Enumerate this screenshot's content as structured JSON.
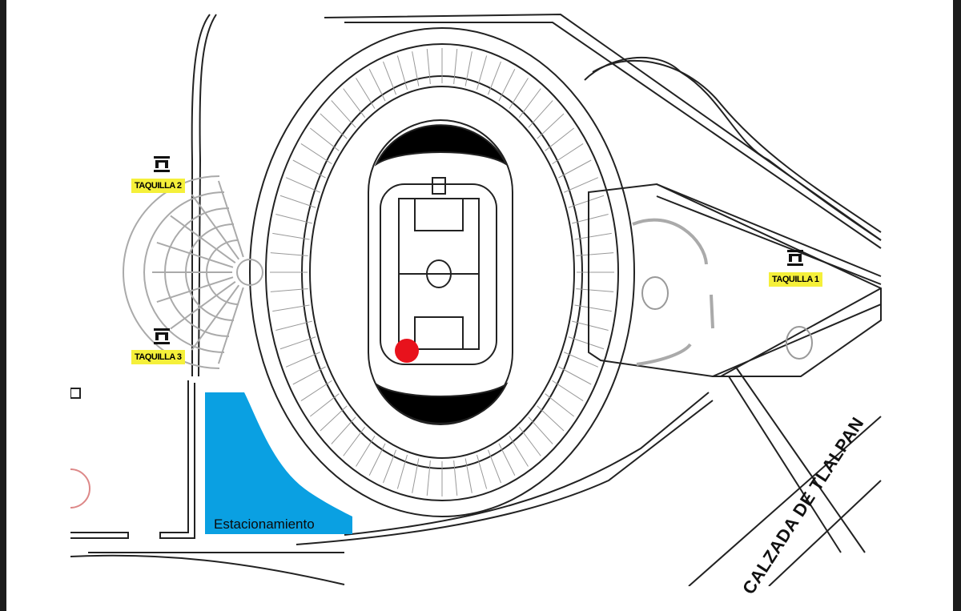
{
  "map": {
    "title": "",
    "ticket_booths": [
      {
        "id": "taquilla-1",
        "label": "TAQUILLA 1"
      },
      {
        "id": "taquilla-2",
        "label": "TAQUILLA 2"
      },
      {
        "id": "taquilla-3",
        "label": "TAQUILLA 3"
      }
    ],
    "parking": {
      "label": "Estacionamiento",
      "color": "#0aa0e2"
    },
    "road": {
      "label": "CALZADA DE TLALPAN"
    },
    "label_color": "#f5f03a",
    "marker_color": "#e8121c",
    "icons": [
      "ticket-booth-icon",
      "location-marker-icon"
    ]
  }
}
